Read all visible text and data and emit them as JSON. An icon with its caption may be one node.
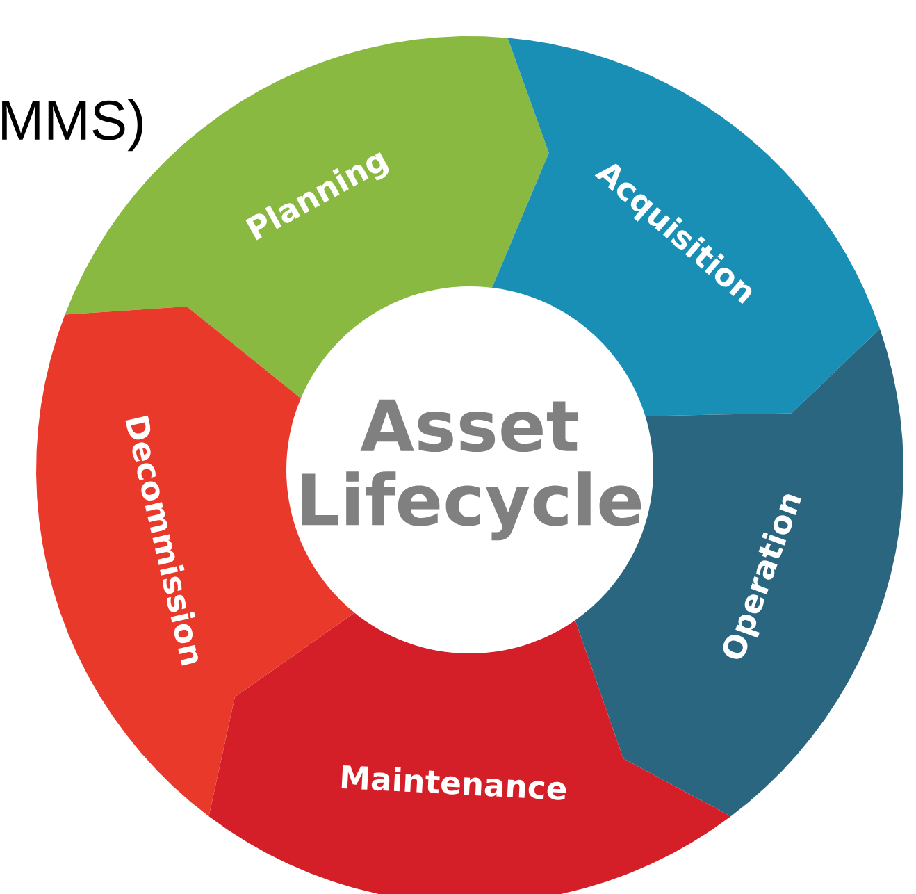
{
  "diagram": {
    "nodes": [
      {
        "text": [
          "Asset Lifecycle"
        ]
      },
      {
        "text": [
          "Planning"
        ]
      },
      {
        "text": [
          "Acquisition"
        ]
      },
      {
        "text": [
          "Operation"
        ]
      },
      {
        "text": [
          "Maintenance"
        ]
      },
      {
        "text": [
          "Decommission"
        ]
      }
    ],
    "labels": [
      "MMS)"
    ]
  }
}
